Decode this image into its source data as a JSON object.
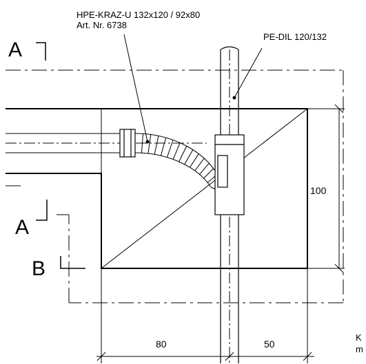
{
  "labels": {
    "product_line1": "HPE-KRAZ-U 132x120 / 92x80",
    "product_line2": "Art. Nr. 6738",
    "pipe": "PE-DIL 120/132",
    "section_a_top": "A",
    "section_a_mid": "A",
    "section_b": "B",
    "corner_text_1": "K",
    "corner_text_2": "m"
  },
  "dimensions": {
    "height": "100",
    "left_width": "80",
    "right_width": "50"
  }
}
